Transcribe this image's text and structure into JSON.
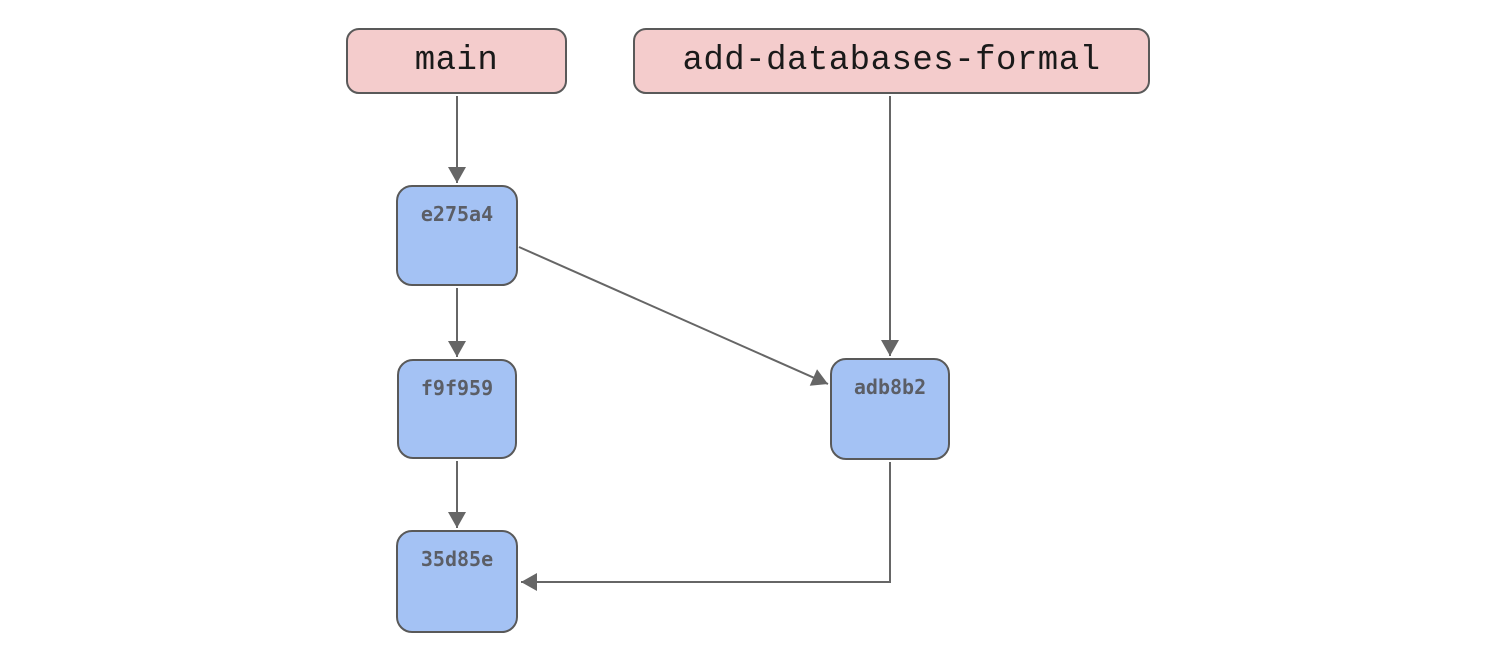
{
  "diagram": {
    "type": "git-commit-graph",
    "branches": [
      {
        "id": "main",
        "label": "main"
      },
      {
        "id": "add-databases-formal",
        "label": "add-databases-formal"
      }
    ],
    "commits": [
      {
        "id": "e275a4",
        "label": "e275a4"
      },
      {
        "id": "f9f959",
        "label": "f9f959"
      },
      {
        "id": "35d85e",
        "label": "35d85e"
      },
      {
        "id": "adb8b2",
        "label": "adb8b2"
      }
    ],
    "edges": [
      {
        "from": "main",
        "to": "e275a4"
      },
      {
        "from": "e275a4",
        "to": "f9f959"
      },
      {
        "from": "f9f959",
        "to": "35d85e"
      },
      {
        "from": "e275a4",
        "to": "adb8b2"
      },
      {
        "from": "add-databases-formal",
        "to": "adb8b2"
      },
      {
        "from": "adb8b2",
        "to": "35d85e"
      }
    ],
    "colors": {
      "background": "#ffffff",
      "branch_fill": "#f4cccc",
      "commit_fill": "#a4c2f4",
      "border": "#595959",
      "arrow": "#666666",
      "branch_text": "#1a1a1a",
      "commit_text": "#5b5e66"
    }
  }
}
